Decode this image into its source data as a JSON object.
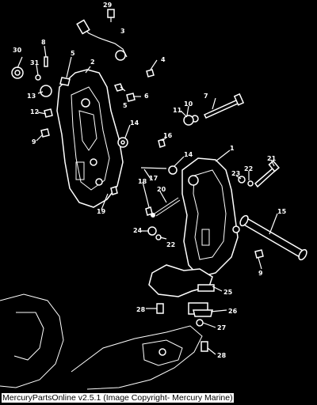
{
  "diagram": {
    "callouts": [
      {
        "id": "c29",
        "label": "29"
      },
      {
        "id": "c3",
        "label": "3"
      },
      {
        "id": "c8",
        "label": "8"
      },
      {
        "id": "c30",
        "label": "30"
      },
      {
        "id": "c31",
        "label": "31"
      },
      {
        "id": "c5a",
        "label": "5"
      },
      {
        "id": "c2",
        "label": "2"
      },
      {
        "id": "c4",
        "label": "4"
      },
      {
        "id": "c13",
        "label": "13"
      },
      {
        "id": "c5b",
        "label": "5"
      },
      {
        "id": "c6",
        "label": "6"
      },
      {
        "id": "c7",
        "label": "7"
      },
      {
        "id": "c10",
        "label": "10"
      },
      {
        "id": "c11",
        "label": "11"
      },
      {
        "id": "c12",
        "label": "12"
      },
      {
        "id": "c14a",
        "label": "14"
      },
      {
        "id": "c9a",
        "label": "9"
      },
      {
        "id": "c16",
        "label": "16"
      },
      {
        "id": "c1",
        "label": "1"
      },
      {
        "id": "c14b",
        "label": "14"
      },
      {
        "id": "c21",
        "label": "21"
      },
      {
        "id": "c22a",
        "label": "22"
      },
      {
        "id": "c23",
        "label": "23"
      },
      {
        "id": "c17",
        "label": "17"
      },
      {
        "id": "c18",
        "label": "18"
      },
      {
        "id": "c20",
        "label": "20"
      },
      {
        "id": "c19",
        "label": "19"
      },
      {
        "id": "c15",
        "label": "15"
      },
      {
        "id": "c24",
        "label": "24"
      },
      {
        "id": "c22b",
        "label": "22"
      },
      {
        "id": "c9b",
        "label": "9"
      },
      {
        "id": "c25",
        "label": "25"
      },
      {
        "id": "c28a",
        "label": "28"
      },
      {
        "id": "c26",
        "label": "26"
      },
      {
        "id": "c27",
        "label": "27"
      },
      {
        "id": "c28b",
        "label": "28"
      }
    ]
  },
  "footer": {
    "caption": "MercuryPartsOnline v2.5.1 (Image Copyright- Mercury Marine)"
  },
  "colors": {
    "background": "#000000",
    "ink": "#ffffff"
  }
}
